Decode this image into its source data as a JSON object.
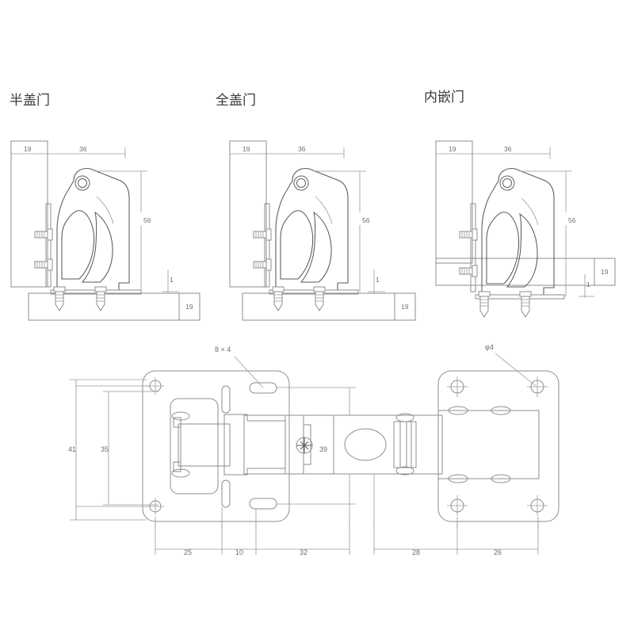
{
  "document": {
    "kind": "technical-drawing",
    "subject": "cabinet hinge mounting dimensions",
    "units_note": "mm",
    "line_color": "#8d8d8d",
    "text_color": "#6e6e6e",
    "title_color": "#3a3a3a",
    "background": "#ffffff"
  },
  "views": [
    {
      "id": "half-overlay",
      "title": "半盖门",
      "dimensions": {
        "panel_thickness": "19",
        "cup_offset": "36",
        "hinge_height": "56",
        "gap": "1",
        "base_thickness": "19"
      }
    },
    {
      "id": "full-overlay",
      "title": "全盖门",
      "dimensions": {
        "panel_thickness": "19",
        "cup_offset": "36",
        "hinge_height": "56",
        "gap": "1",
        "base_thickness": "19"
      }
    },
    {
      "id": "inset",
      "title": "内嵌门",
      "dimensions": {
        "panel_thickness": "19",
        "cup_offset": "36",
        "hinge_height": "56",
        "gap": "1",
        "base_thickness": "19"
      }
    }
  ],
  "plan_view": {
    "callouts": {
      "slot": "8 × 4",
      "hole": "φ4",
      "arm_length": "39"
    },
    "vertical_dims": {
      "outer": "41",
      "inner": "35"
    },
    "horizontal_dims": {
      "a": "25",
      "b": "10",
      "c": "32",
      "d": "28",
      "e": "26"
    }
  }
}
